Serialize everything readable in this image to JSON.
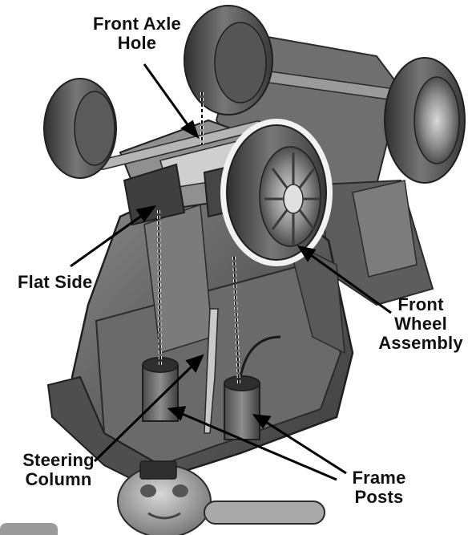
{
  "labels": {
    "front_axle_hole": [
      "Front Axle",
      "Hole"
    ],
    "flat_side": "Flat Side",
    "front_wheel_assembly": [
      "Front",
      "Wheel",
      "Assembly"
    ],
    "steering_column": [
      "Steering",
      "Column"
    ],
    "frame_posts": [
      "Frame",
      "Posts"
    ]
  },
  "colors": {
    "body_dark": "#3a3a3a",
    "body_mid": "#6e6e6e",
    "body_light": "#a8a8a8",
    "tire": "#4a4a4a",
    "highlight": "#e6e6e6",
    "leader": "#000000"
  }
}
